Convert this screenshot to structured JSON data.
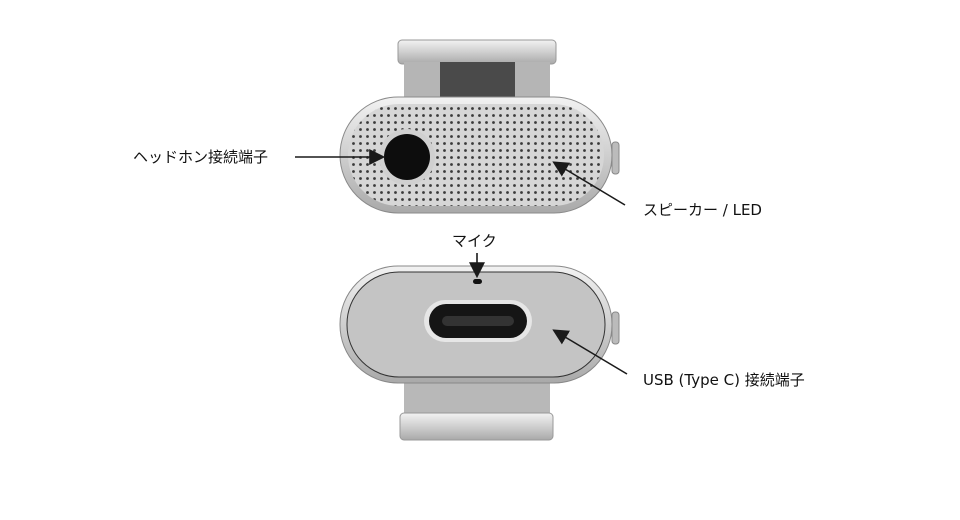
{
  "labels": {
    "headphone": "ヘッドホン接続端子",
    "speaker": "スピーカー / LED",
    "mic": "マイク",
    "usb": "USB (Type C) 接続端子"
  },
  "colors": {
    "body": "#c8c8c8",
    "grille": "#d9d9d9",
    "arrow": "#1a1a1a"
  }
}
